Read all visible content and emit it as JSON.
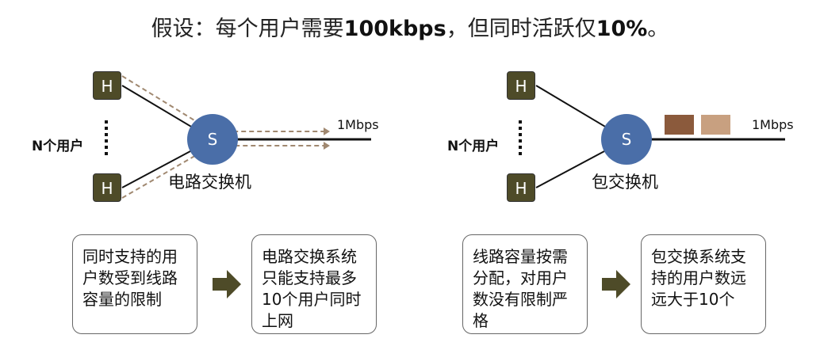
{
  "title": {
    "part1": "假设：每个用户需要",
    "bold1": "100kbps",
    "part2": "，但同时活跃仅",
    "bold2": "10%",
    "part3": "。"
  },
  "left": {
    "host_top": "H",
    "host_bottom": "H",
    "users_label": "N个用户",
    "switch_label": "S",
    "switch_name": "电路交换机",
    "link_speed": "1Mbps"
  },
  "right": {
    "host_top": "H",
    "host_bottom": "H",
    "users_label": "N个用户",
    "switch_label": "S",
    "switch_name": "包交换机",
    "link_speed": "1Mbps",
    "packet_colors": [
      "#8b5a3c",
      "#c8a080"
    ]
  },
  "notes": {
    "circuit_cause": "同时支持的用户数受到线路容量的限制",
    "circuit_result": "电路交换系统只能支持最多10个用户同时上网",
    "packet_cause": "线路容量按需分配，对用户数没有限制严格",
    "packet_result": "包交换系统支持的用户数远远大于10个"
  },
  "colors": {
    "host": "#4e4b28",
    "switch": "#4a6ea8",
    "arrow": "#4e4b28",
    "dashed": "#a08870"
  }
}
